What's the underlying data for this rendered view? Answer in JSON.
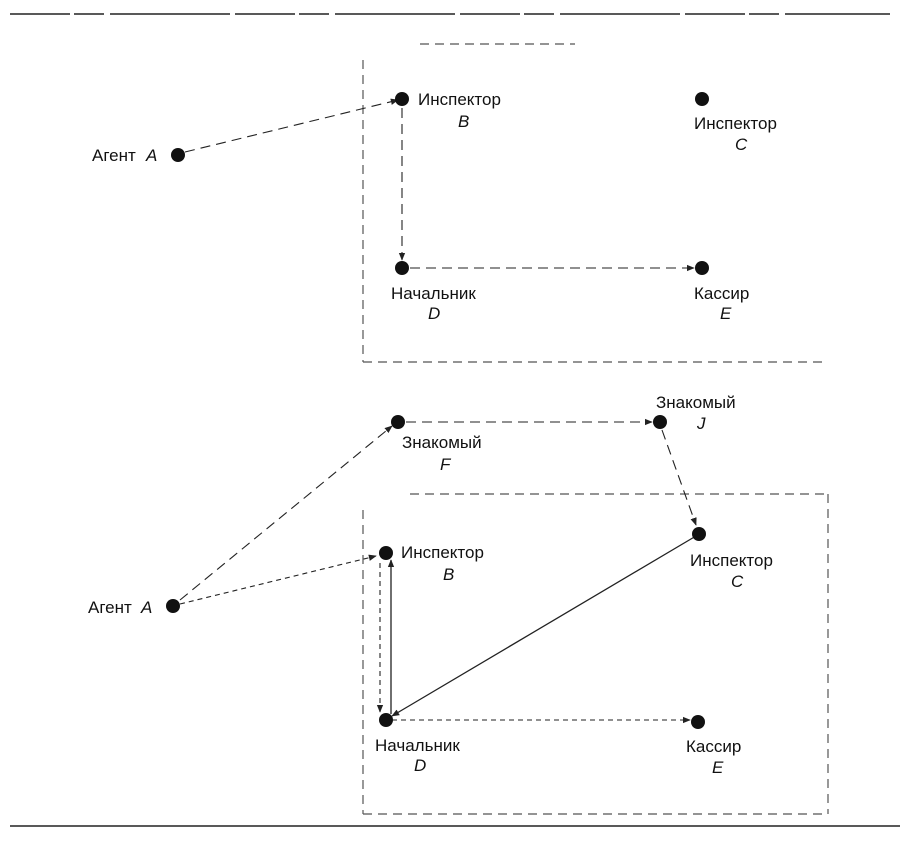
{
  "diagram_top": {
    "nodes": {
      "agent_a": {
        "name": "Агент",
        "letter": "A"
      },
      "inspector_b": {
        "name": "Инспектор",
        "letter": "B"
      },
      "inspector_c": {
        "name": "Инспектор",
        "letter": "C"
      },
      "chief_d": {
        "name": "Начальник",
        "letter": "D"
      },
      "cashier_e": {
        "name": "Кассир",
        "letter": "E"
      }
    },
    "edges": [
      {
        "from": "agent_a",
        "to": "inspector_b",
        "style": "dashed"
      },
      {
        "from": "inspector_b",
        "to": "chief_d",
        "style": "dashed"
      },
      {
        "from": "chief_d",
        "to": "cashier_e",
        "style": "dashed"
      }
    ]
  },
  "diagram_bottom": {
    "nodes": {
      "agent_a": {
        "name": "Агент",
        "letter": "A"
      },
      "acquaintance_f": {
        "name": "Знакомый",
        "letter": "F"
      },
      "acquaintance_j": {
        "name": "Знакомый",
        "letter": "J"
      },
      "inspector_b": {
        "name": "Инспектор",
        "letter": "B"
      },
      "inspector_c": {
        "name": "Инспектор",
        "letter": "C"
      },
      "chief_d": {
        "name": "Начальник",
        "letter": "D"
      },
      "cashier_e": {
        "name": "Кассир",
        "letter": "E"
      }
    },
    "edges": [
      {
        "from": "agent_a",
        "to": "acquaintance_f",
        "style": "dashed"
      },
      {
        "from": "agent_a",
        "to": "inspector_b",
        "style": "dashed"
      },
      {
        "from": "acquaintance_f",
        "to": "acquaintance_j",
        "style": "dashed"
      },
      {
        "from": "acquaintance_j",
        "to": "inspector_c",
        "style": "dashed"
      },
      {
        "from": "inspector_b",
        "to": "chief_d",
        "style": "dashed"
      },
      {
        "from": "chief_d",
        "to": "inspector_b",
        "style": "solid"
      },
      {
        "from": "inspector_c",
        "to": "chief_d",
        "style": "solid"
      },
      {
        "from": "chief_d",
        "to": "cashier_e",
        "style": "dashed"
      }
    ]
  }
}
